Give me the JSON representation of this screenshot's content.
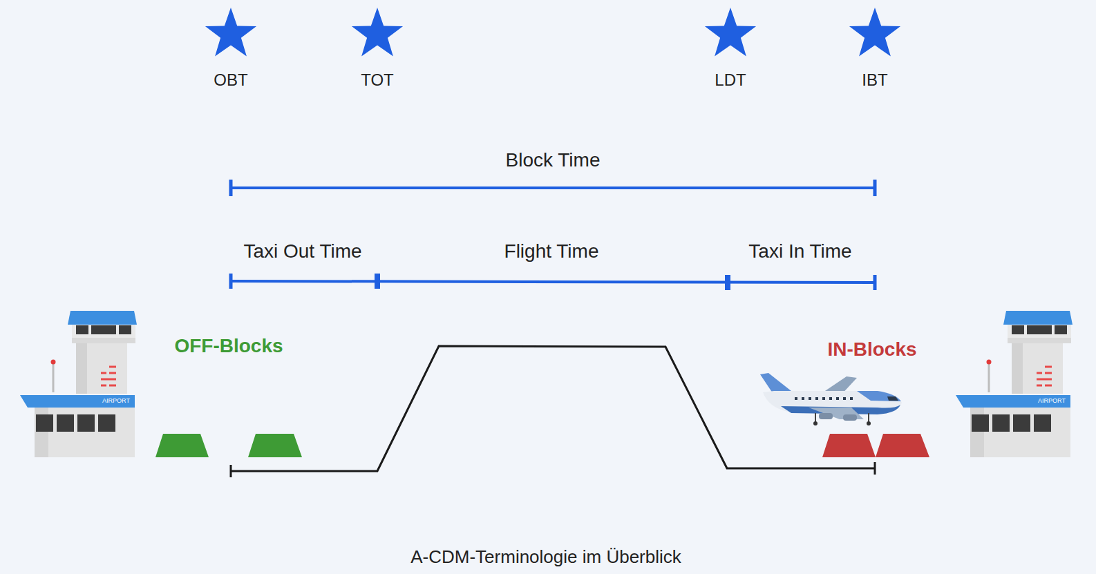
{
  "diagram": {
    "caption": "A-CDM-Terminologie im Überblick",
    "labels": [
      "OBT",
      "TOT",
      "LDT",
      "IBT",
      "Block Time",
      "Taxi Out Time",
      "Flight Time",
      "Taxi In Time",
      "OFF-Blocks",
      "IN-Blocks",
      "AIRPORT",
      "AIRPORT"
    ]
  }
}
